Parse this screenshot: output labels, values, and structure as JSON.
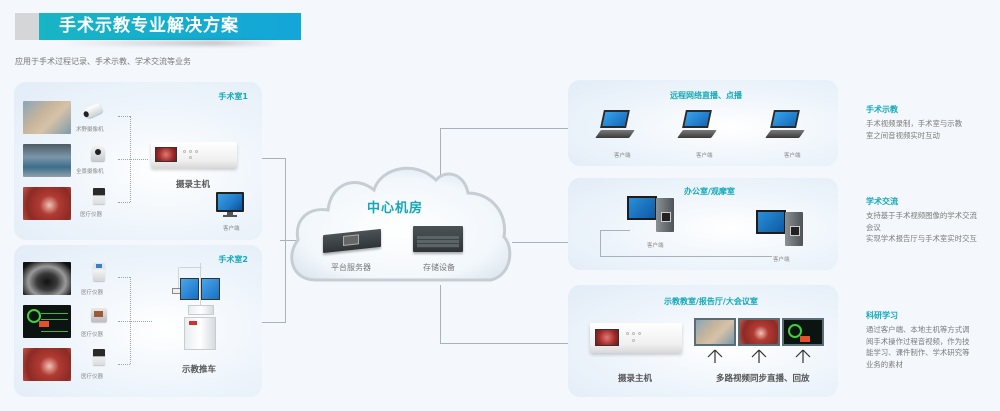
{
  "header": {
    "title": "手术示教专业解决方案",
    "subtitle": "应用于手术过程记录、手术示教、学术交流等业务"
  },
  "or1": {
    "title": "手术室1",
    "sources": [
      {
        "thumb": "surgery-field-image",
        "device": "bullet-camera-icon",
        "label": "术野摄像机"
      },
      {
        "thumb": "operating-room-image",
        "device": "ptz-camera-icon",
        "label": "全景摄像机"
      },
      {
        "thumb": "tissue-image",
        "device": "medical-device-icon",
        "label": "医疗仪器"
      }
    ],
    "host_label": "摄录主机",
    "client_label": "客户端"
  },
  "or2": {
    "title": "手术室2",
    "sources": [
      {
        "thumb": "ultrasound-image",
        "device": "ultrasound-device-icon",
        "label": "医疗仪器"
      },
      {
        "thumb": "patient-monitor-image",
        "device": "patient-monitor-icon",
        "label": "医疗仪器"
      },
      {
        "thumb": "tissue-image",
        "device": "medical-device-icon",
        "label": "医疗仪器"
      }
    ],
    "cart_label": "示教推车"
  },
  "center": {
    "title": "中心机房",
    "server_label": "平台服务器",
    "storage_label": "存储设备"
  },
  "remote": {
    "title": "远程网络直播、点播",
    "clients": [
      "客户端",
      "客户端",
      "客户端"
    ]
  },
  "office": {
    "title": "办公室/观摩室",
    "clients": [
      "客户端",
      "客户端"
    ]
  },
  "classroom": {
    "title": "示教教室/报告厅/大会议室",
    "host_label": "摄录主机",
    "screens_label": "多路视频同步直播、回放"
  },
  "descriptions": [
    {
      "title": "手术示教",
      "lines": [
        "手术视频录制，手术室与示教",
        "室之间音视频实时互动"
      ]
    },
    {
      "title": "学术交流",
      "lines": [
        "支持基于手术视频图像的学术交流",
        "会议",
        "实现学术报告厅与手术室实时交互"
      ]
    },
    {
      "title": "科研学习",
      "lines": [
        "通过客户端、本地主机等方式调",
        "阅手术操作过程音视频，作为技",
        "能学习、课件制作、学术研究等",
        "业务的素材"
      ]
    }
  ],
  "colors": {
    "accent": "#15a9b9",
    "title_bar": "#13a6d8",
    "background": "#f4f8fc"
  }
}
